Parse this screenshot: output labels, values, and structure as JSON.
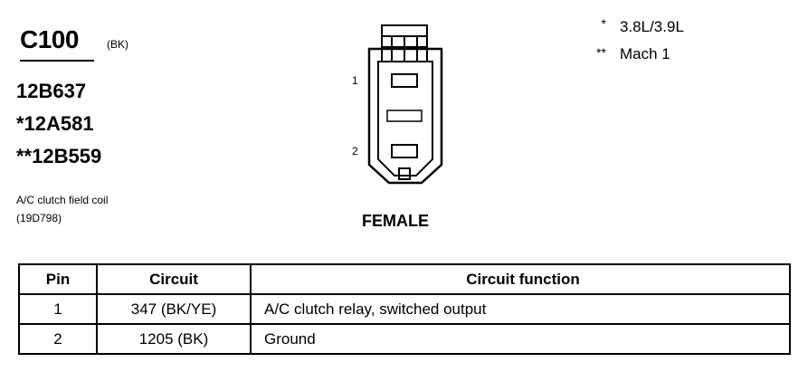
{
  "connector": {
    "id": "C100",
    "color": "(BK)",
    "part_numbers": [
      "12B637",
      "*12A581",
      "**12B559"
    ],
    "description_lines": [
      "A/C clutch field coil",
      "(19D798)"
    ],
    "gender": "FEMALE",
    "pin_labels": [
      "1",
      "2"
    ]
  },
  "notes": [
    {
      "symbol": "*",
      "text": "3.8L/3.9L"
    },
    {
      "symbol": "**",
      "text": "Mach 1"
    }
  ],
  "table": {
    "headers": [
      "Pin",
      "Circuit",
      "Circuit function"
    ],
    "rows": [
      [
        "1",
        "347 (BK/YE)",
        "A/C clutch relay, switched output"
      ],
      [
        "2",
        "1205 (BK)",
        "Ground"
      ]
    ]
  }
}
